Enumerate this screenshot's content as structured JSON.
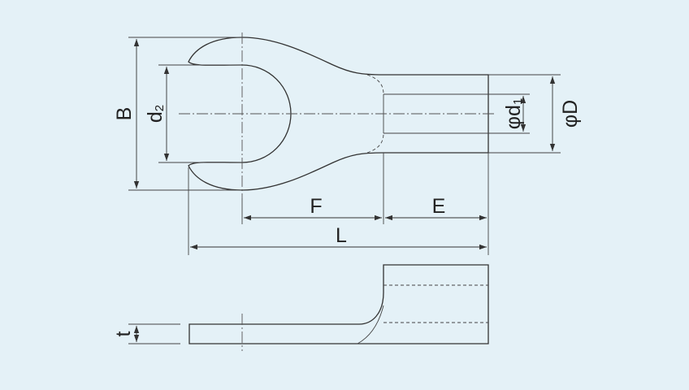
{
  "labels": {
    "B": "B",
    "d2_main": "d",
    "d2_sub": "2",
    "F": "F",
    "E": "E",
    "L": "L",
    "phi_d1_phi": "φ",
    "phi_d1_main": "d",
    "phi_d1_sub": "1",
    "phi_D": "φD",
    "t": "t"
  },
  "colors": {
    "background": "#e4f1f7",
    "line": "#333333"
  }
}
